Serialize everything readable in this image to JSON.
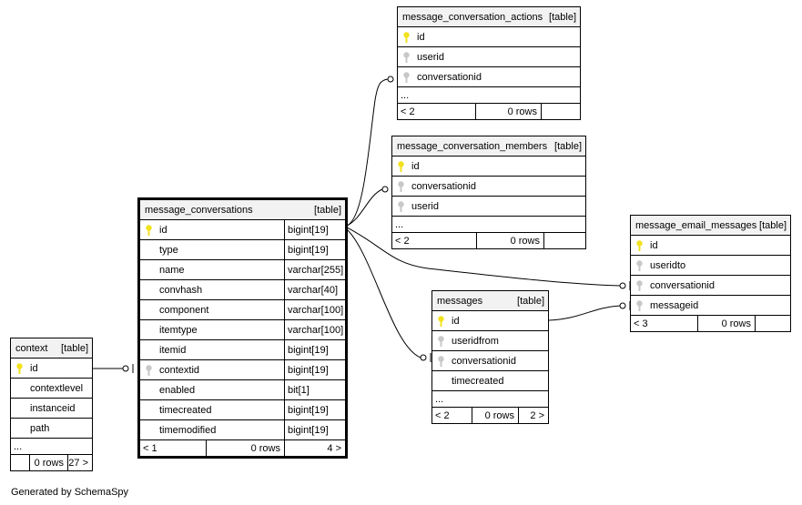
{
  "footer": "Generated by SchemaSpy",
  "colors": {
    "primary_key": "#f2e21e",
    "foreign_key": "#c8c8c8",
    "header_bg": "#f2f2f2",
    "line": "#000000"
  },
  "tables": {
    "context": {
      "name": "context",
      "tag": "[table]",
      "columns": [
        {
          "name": "id",
          "key": "primary"
        },
        {
          "name": "contextlevel",
          "key": ""
        },
        {
          "name": "instanceid",
          "key": ""
        },
        {
          "name": "path",
          "key": ""
        }
      ],
      "ellipsis": "...",
      "footer": [
        "",
        "0 rows",
        "27 >"
      ]
    },
    "message_conversations": {
      "name": "message_conversations",
      "tag": "[table]",
      "columns": [
        {
          "name": "id",
          "type": "bigint[19]",
          "key": "primary"
        },
        {
          "name": "type",
          "type": "bigint[19]",
          "key": ""
        },
        {
          "name": "name",
          "type": "varchar[255]",
          "key": ""
        },
        {
          "name": "convhash",
          "type": "varchar[40]",
          "key": ""
        },
        {
          "name": "component",
          "type": "varchar[100]",
          "key": ""
        },
        {
          "name": "itemtype",
          "type": "varchar[100]",
          "key": ""
        },
        {
          "name": "itemid",
          "type": "bigint[19]",
          "key": ""
        },
        {
          "name": "contextid",
          "type": "bigint[19]",
          "key": "foreign"
        },
        {
          "name": "enabled",
          "type": "bit[1]",
          "key": ""
        },
        {
          "name": "timecreated",
          "type": "bigint[19]",
          "key": ""
        },
        {
          "name": "timemodified",
          "type": "bigint[19]",
          "key": ""
        }
      ],
      "footer": [
        "< 1",
        "0 rows",
        "4 >"
      ]
    },
    "message_conversation_actions": {
      "name": "message_conversation_actions",
      "tag": "[table]",
      "columns": [
        {
          "name": "id",
          "key": "primary"
        },
        {
          "name": "userid",
          "key": "foreign"
        },
        {
          "name": "conversationid",
          "key": "foreign"
        }
      ],
      "ellipsis": "...",
      "footer": [
        "< 2",
        "0 rows",
        ""
      ]
    },
    "message_conversation_members": {
      "name": "message_conversation_members",
      "tag": "[table]",
      "columns": [
        {
          "name": "id",
          "key": "primary"
        },
        {
          "name": "conversationid",
          "key": "foreign"
        },
        {
          "name": "userid",
          "key": "foreign"
        }
      ],
      "ellipsis": "...",
      "footer": [
        "< 2",
        "0 rows",
        ""
      ]
    },
    "message_email_messages": {
      "name": "message_email_messages",
      "tag": "[table]",
      "columns": [
        {
          "name": "id",
          "key": "primary"
        },
        {
          "name": "useridto",
          "key": "foreign"
        },
        {
          "name": "conversationid",
          "key": "foreign"
        },
        {
          "name": "messageid",
          "key": "foreign"
        }
      ],
      "footer": [
        "< 3",
        "0 rows",
        ""
      ]
    },
    "messages": {
      "name": "messages",
      "tag": "[table]",
      "columns": [
        {
          "name": "id",
          "key": "primary"
        },
        {
          "name": "useridfrom",
          "key": "foreign"
        },
        {
          "name": "conversationid",
          "key": "foreign"
        },
        {
          "name": "timecreated",
          "key": ""
        }
      ],
      "ellipsis": "...",
      "footer": [
        "< 2",
        "0 rows",
        "2 >"
      ]
    }
  }
}
